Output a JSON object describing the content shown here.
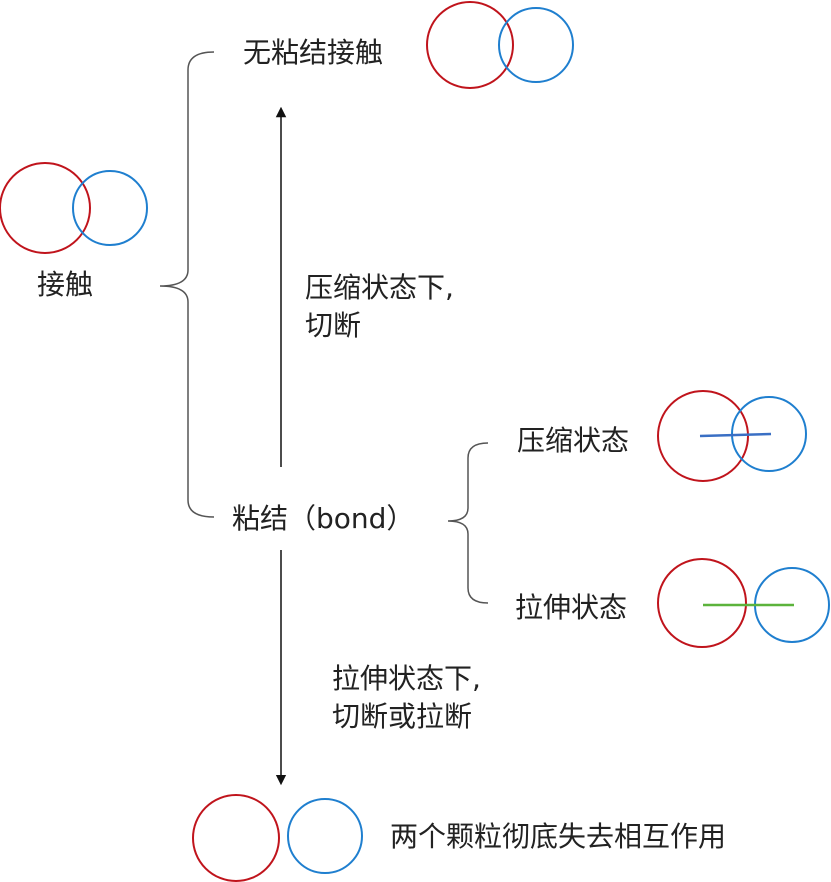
{
  "labels": {
    "contact": "接触",
    "no_bond_contact": "无粘结接触",
    "bond": "粘结（bond）",
    "compression_break_line1": "压缩状态下,",
    "compression_break_line2": "切断",
    "compression_state": "压缩状态",
    "tension_state": "拉伸状态",
    "tension_break_line1": "拉伸状态下,",
    "tension_break_line2": "切断或拉断",
    "separated": "两个颗粒彻底失去相互作用"
  },
  "colors": {
    "particle_a": "#c0141c",
    "particle_b": "#1f7fcf",
    "compression_bond": "#3a6fc4",
    "tension_bond": "#5cb33c",
    "line": "#555555",
    "arrow": "#111111",
    "text": "#222222"
  }
}
